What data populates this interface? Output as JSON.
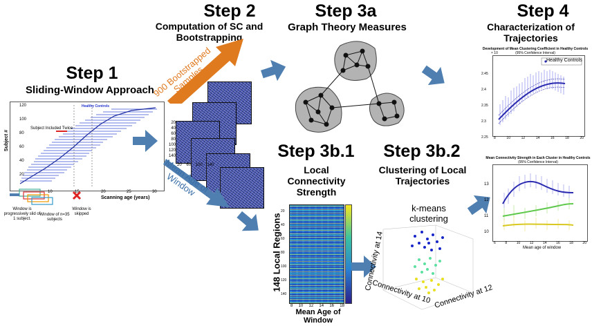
{
  "step1": {
    "title": "Step 1",
    "subtitle": "Sliding-Window Approach",
    "ylabel": "Subject #",
    "xlabel": "Scanning age (years)",
    "legend": "Healthy Controls",
    "annot_twice": "Subject Included Twice",
    "yticks": [
      "120",
      "100",
      "80",
      "60",
      "40",
      "20"
    ],
    "xticks": [
      "10",
      "15",
      "20",
      "25",
      "30"
    ],
    "window_start": "Window is progressively slid of 1 subject.",
    "window_n": "Window of n=35 subjects",
    "window_skip": "Window is skipped"
  },
  "step2": {
    "title": "Step 2",
    "subtitle": "Computation of SC and Bootstrapping",
    "boot_label": "900 Bootstrapped Samples",
    "age_label": "Mean Age of Window",
    "ticks_y": [
      "20",
      "40",
      "60",
      "80",
      "100",
      "120",
      "140"
    ],
    "ticks_x": [
      "20",
      "60",
      "100",
      "140"
    ]
  },
  "step3a": {
    "title": "Step 3a",
    "subtitle": "Graph Theory Measures"
  },
  "step3b1": {
    "title": "Step 3b.1",
    "subtitle": "Local Connectivity Strength",
    "ylabel": "148 Local Regions",
    "xlabel": "Mean Age of Window",
    "xticks": [
      "8",
      "10",
      "12",
      "14",
      "16",
      "18"
    ],
    "yticks": [
      "20",
      "40",
      "60",
      "80",
      "100",
      "120",
      "140"
    ]
  },
  "step3b2": {
    "title": "Step 3b.2",
    "subtitle": "Clustering of Local Trajectories",
    "kmeans": "k-means clustering",
    "axis1": "Connectivity at 14",
    "axis2": "Connectivity at 10",
    "axis3": "Connectivity at 12"
  },
  "step4": {
    "title": "Step 4",
    "subtitle": "Characterization of Trajectories",
    "plot1_title": "Development of Mean Clustering Coefficient in Healthy Controls",
    "plot1_sub": "(95% Confidence Interval)",
    "plot1_legend": "Healthy Controls",
    "plot1_exp": "× 10",
    "plot1_yticks": [
      "2.45",
      "2.4",
      "2.35",
      "2.3",
      "2.25"
    ],
    "plot1_xticks": [
      "8",
      "10",
      "12",
      "14",
      "16",
      "18",
      "20"
    ],
    "plot2_title": "Mean Connectivity Strength in Each Cluster in Healthy Controls",
    "plot2_sub": "(95% Confidence Interval)",
    "plot2_xlabel": "Mean age of window",
    "plot2_yticks": [
      "13",
      "12",
      "11",
      "10"
    ],
    "plot2_xticks": [
      "6",
      "8",
      "10",
      "12",
      "14",
      "16",
      "18",
      "20"
    ]
  },
  "colors": {
    "arrow": "#4f7fb0",
    "orange": "#e07a1f",
    "blue_text": "#3a6ea8",
    "node": "#111111",
    "blob": "#b3b3b3"
  }
}
